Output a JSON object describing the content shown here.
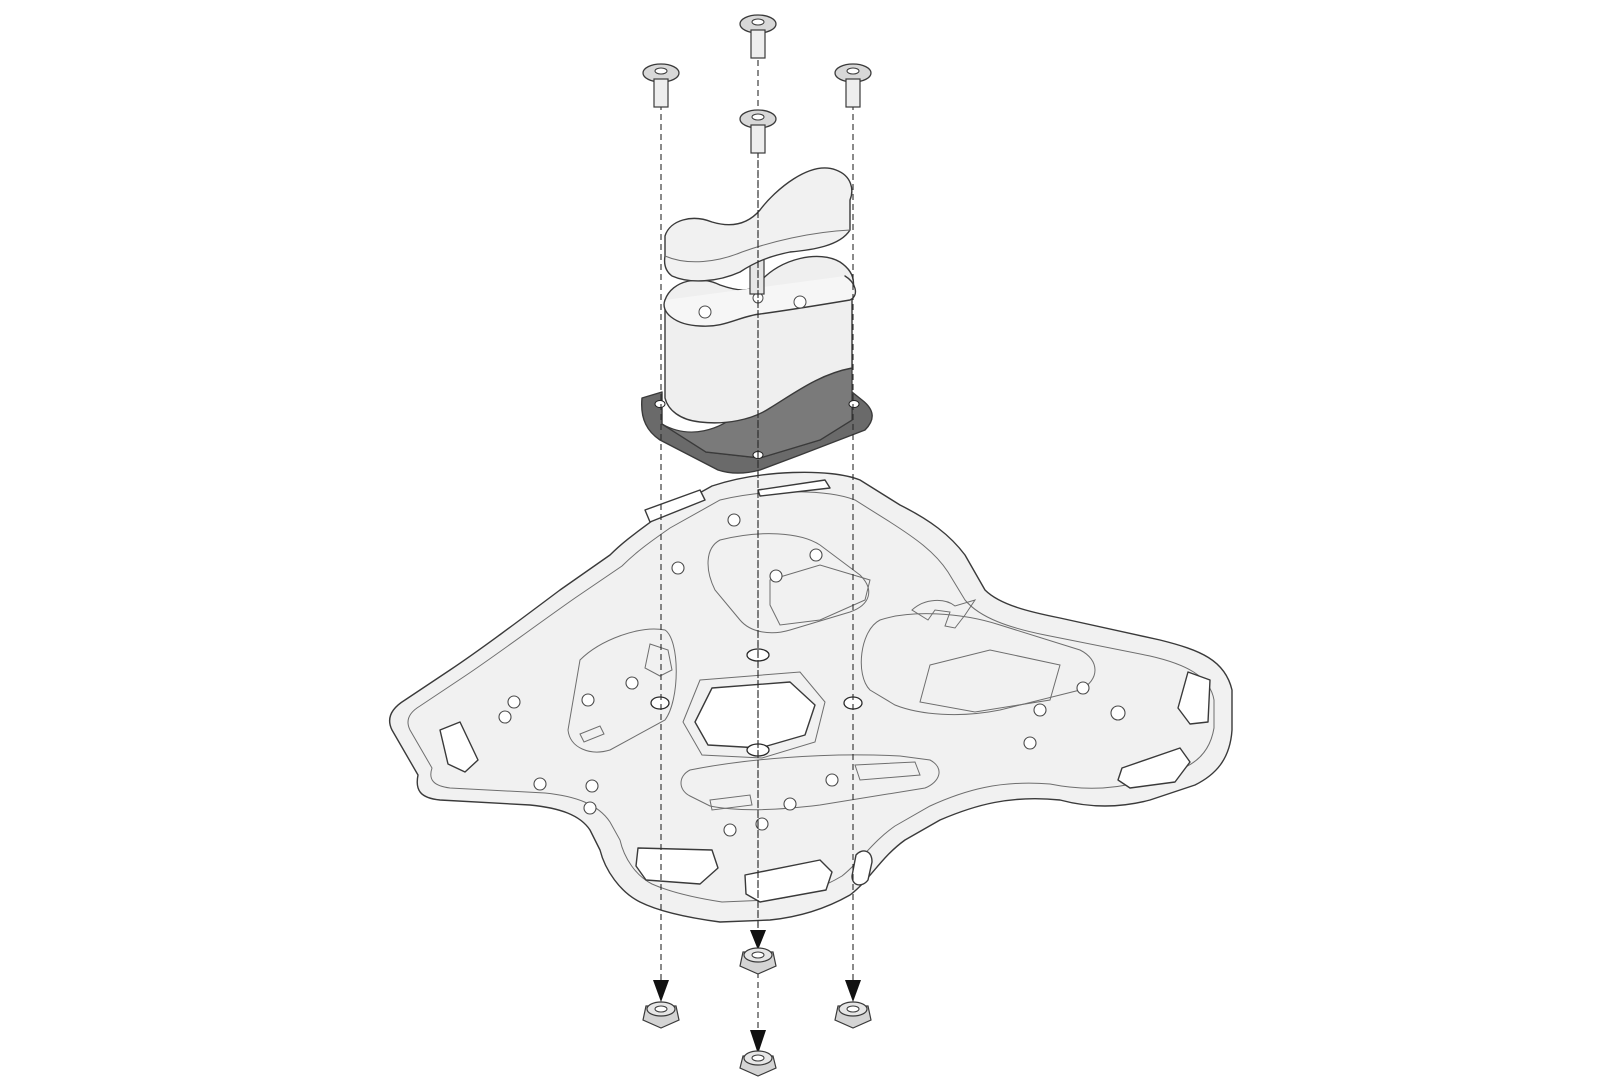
{
  "diagram": {
    "type": "exploded-assembly",
    "background": "#ffffff",
    "colors": {
      "part_fill": "#efefef",
      "outline": "#3a3a3a",
      "base_plate_dark": "#6a6a6a",
      "arrow": "#111111",
      "hardware_fill": "#d8d8d8"
    },
    "components": [
      {
        "id": "bolt",
        "name": "bolt-icon",
        "count": 4
      },
      {
        "id": "spacer-top",
        "name": "spacer-block-icon",
        "count": 1
      },
      {
        "id": "spacer-bottom",
        "name": "spacer-block-icon",
        "count": 1
      },
      {
        "id": "adapter-plate",
        "name": "adapter-plate-icon",
        "count": 1
      },
      {
        "id": "rack-plate",
        "name": "luggage-rack-plate-icon",
        "count": 1
      },
      {
        "id": "nut",
        "name": "flange-nut-icon",
        "count": 4
      }
    ]
  }
}
